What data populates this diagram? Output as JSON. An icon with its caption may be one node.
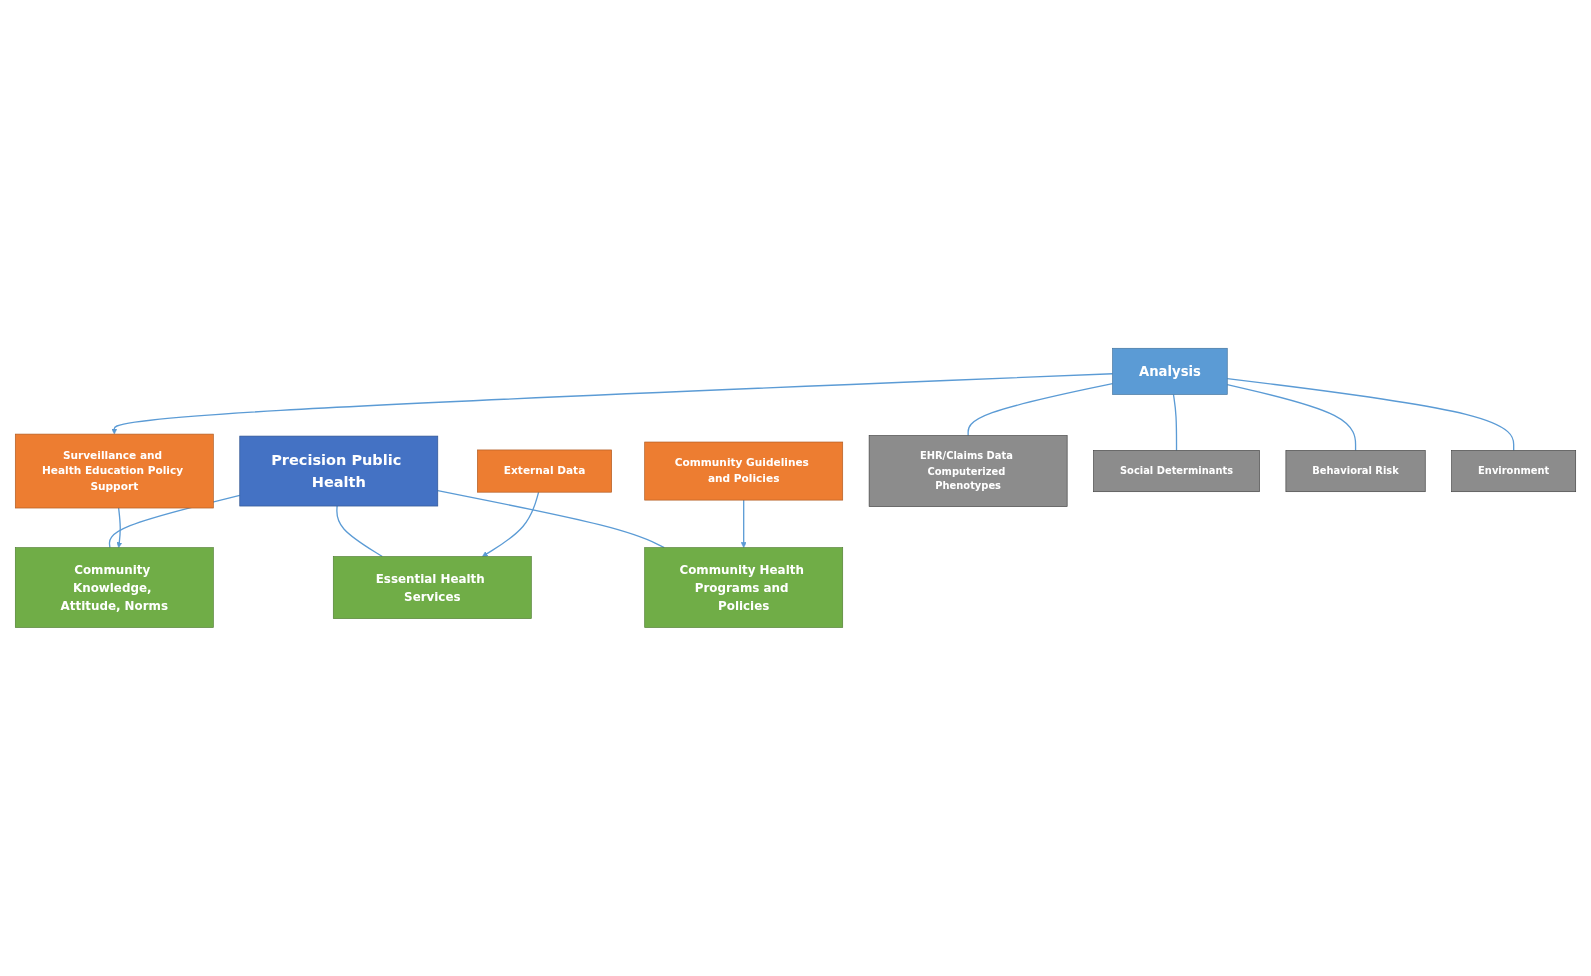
{
  "diagram": {
    "nodes": [
      {
        "text": [
          "Precision Public Health"
        ]
      },
      {
        "text": [
          "Essential Health Services"
        ]
      },
      {
        "text": [
          "Community Knowledge, Attitude, Norms"
        ]
      },
      {
        "text": [
          "Community Health Programs and Policies"
        ]
      },
      {
        "text": [
          "External Data"
        ]
      },
      {
        "text": [
          "Surveillance and Health Education Policy Support"
        ]
      },
      {
        "text": [
          "Community Guidelines and Policies"
        ]
      },
      {
        "text": [
          "Analysis"
        ]
      },
      {
        "text": [
          "EHR/Claims Data Computerized Phenotypes"
        ]
      },
      {
        "text": [
          "Social Determinants"
        ]
      },
      {
        "text": [
          "Behavioral Risk"
        ]
      },
      {
        "text": [
          "Environment"
        ]
      }
    ],
    "edges": [
      {
        "from": 0,
        "to": 1,
        "arrow": "none"
      },
      {
        "from": 0,
        "to": 2,
        "arrow": "none"
      },
      {
        "from": 0,
        "to": 3,
        "arrow": "none"
      },
      {
        "from": 4,
        "to": 1,
        "arrow": "to"
      },
      {
        "from": 5,
        "to": 2,
        "arrow": "to"
      },
      {
        "from": 6,
        "to": 3,
        "arrow": "to"
      },
      {
        "from": 7,
        "to": 5,
        "arrow": "to"
      },
      {
        "from": 7,
        "to": 8,
        "arrow": "none"
      },
      {
        "from": 7,
        "to": 9,
        "arrow": "none"
      },
      {
        "from": 7,
        "to": 10,
        "arrow": "none"
      },
      {
        "from": 7,
        "to": 11,
        "arrow": "none"
      }
    ]
  }
}
